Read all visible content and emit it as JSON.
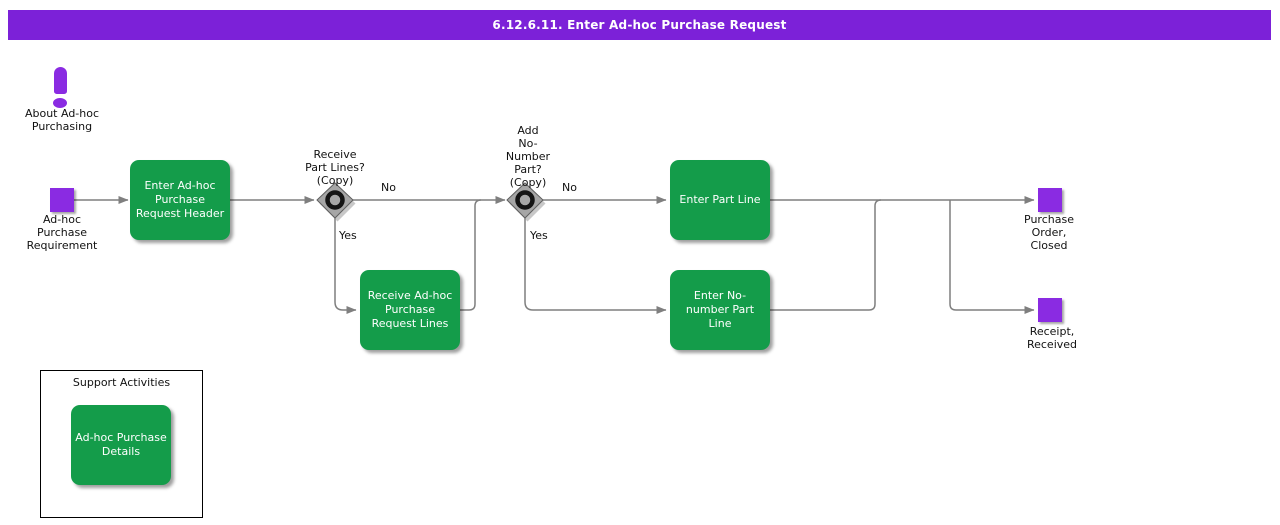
{
  "header": {
    "title": "6.12.6.11. Enter Ad-hoc Purchase Request"
  },
  "colors": {
    "header_bg": "#7c21d8",
    "purple": "#8a2be2",
    "green": "#149c4a",
    "line": "#7f7f7f"
  },
  "annotations": {
    "about_label": "About Ad-hoc\nPurchasing"
  },
  "events": {
    "start_label": "Ad-hoc\nPurchase\nRequirement",
    "purchase_order_label": "Purchase\nOrder,\nClosed",
    "receipt_label": "Receipt,\nReceived"
  },
  "tasks": {
    "enter_header": "Enter Ad-hoc\nPurchase\nRequest Header",
    "receive_lines": "Receive Ad-hoc\nPurchase\nRequest Lines",
    "enter_part_line": "Enter Part Line",
    "enter_no_number": "Enter No-\nnumber Part\nLine",
    "adhoc_details": "Ad-hoc Purchase\nDetails"
  },
  "gateways": {
    "receive_part_lines_label": "Receive\nPart Lines?\n(Copy)",
    "add_no_number_label": "Add\nNo-\nNumber\nPart?\n(Copy)"
  },
  "edge_labels": {
    "g1_no": "No",
    "g1_yes": "Yes",
    "g2_no": "No",
    "g2_yes": "Yes"
  },
  "support": {
    "title": "Support Activities"
  }
}
